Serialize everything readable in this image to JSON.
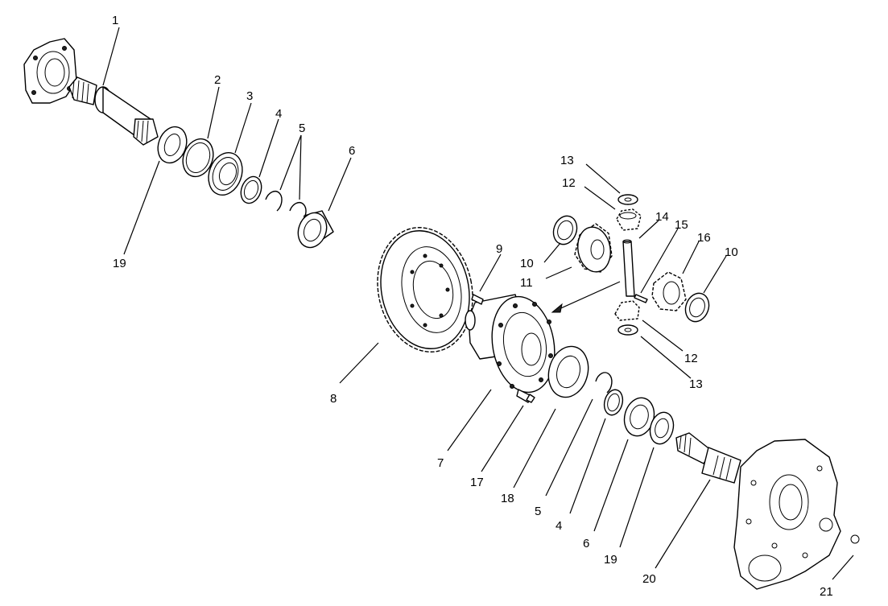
{
  "callouts": [
    {
      "id": "c1",
      "text": "1"
    },
    {
      "id": "c2",
      "text": "2"
    },
    {
      "id": "c3",
      "text": "3"
    },
    {
      "id": "c4a",
      "text": "4"
    },
    {
      "id": "c5a",
      "text": "5"
    },
    {
      "id": "c6a",
      "text": "6"
    },
    {
      "id": "c19a",
      "text": "19"
    },
    {
      "id": "c13a",
      "text": "13"
    },
    {
      "id": "c12a",
      "text": "12"
    },
    {
      "id": "c14",
      "text": "14"
    },
    {
      "id": "c15",
      "text": "15"
    },
    {
      "id": "c16",
      "text": "16"
    },
    {
      "id": "c10a",
      "text": "10"
    },
    {
      "id": "c9",
      "text": "9"
    },
    {
      "id": "c10b",
      "text": "10"
    },
    {
      "id": "c11",
      "text": "11"
    },
    {
      "id": "c12b",
      "text": "12"
    },
    {
      "id": "c13b",
      "text": "13"
    },
    {
      "id": "c8",
      "text": "8"
    },
    {
      "id": "c7",
      "text": "7"
    },
    {
      "id": "c17",
      "text": "17"
    },
    {
      "id": "c18",
      "text": "18"
    },
    {
      "id": "c5b",
      "text": "5"
    },
    {
      "id": "c4b",
      "text": "4"
    },
    {
      "id": "c6b",
      "text": "6"
    },
    {
      "id": "c19b",
      "text": "19"
    },
    {
      "id": "c20",
      "text": "20"
    },
    {
      "id": "c21",
      "text": "21"
    }
  ]
}
